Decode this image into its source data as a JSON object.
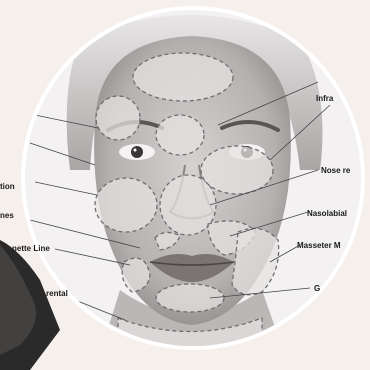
{
  "diagram": {
    "labels": {
      "infraorbital": "Infra",
      "nose": "Nose re",
      "nasolabial": "Nasolabial",
      "masseter": "Masseter M",
      "chin_right": "G",
      "lips_left": "tion",
      "cheek_left": "nes",
      "marionette": "nette Line",
      "mental": "rental"
    },
    "colors": {
      "background": "#f6f0ec",
      "circle": "#ffffff",
      "zone_fill": "#e6e1e1",
      "zone_stroke": "#6e6e6e",
      "leader": "#444444"
    }
  }
}
